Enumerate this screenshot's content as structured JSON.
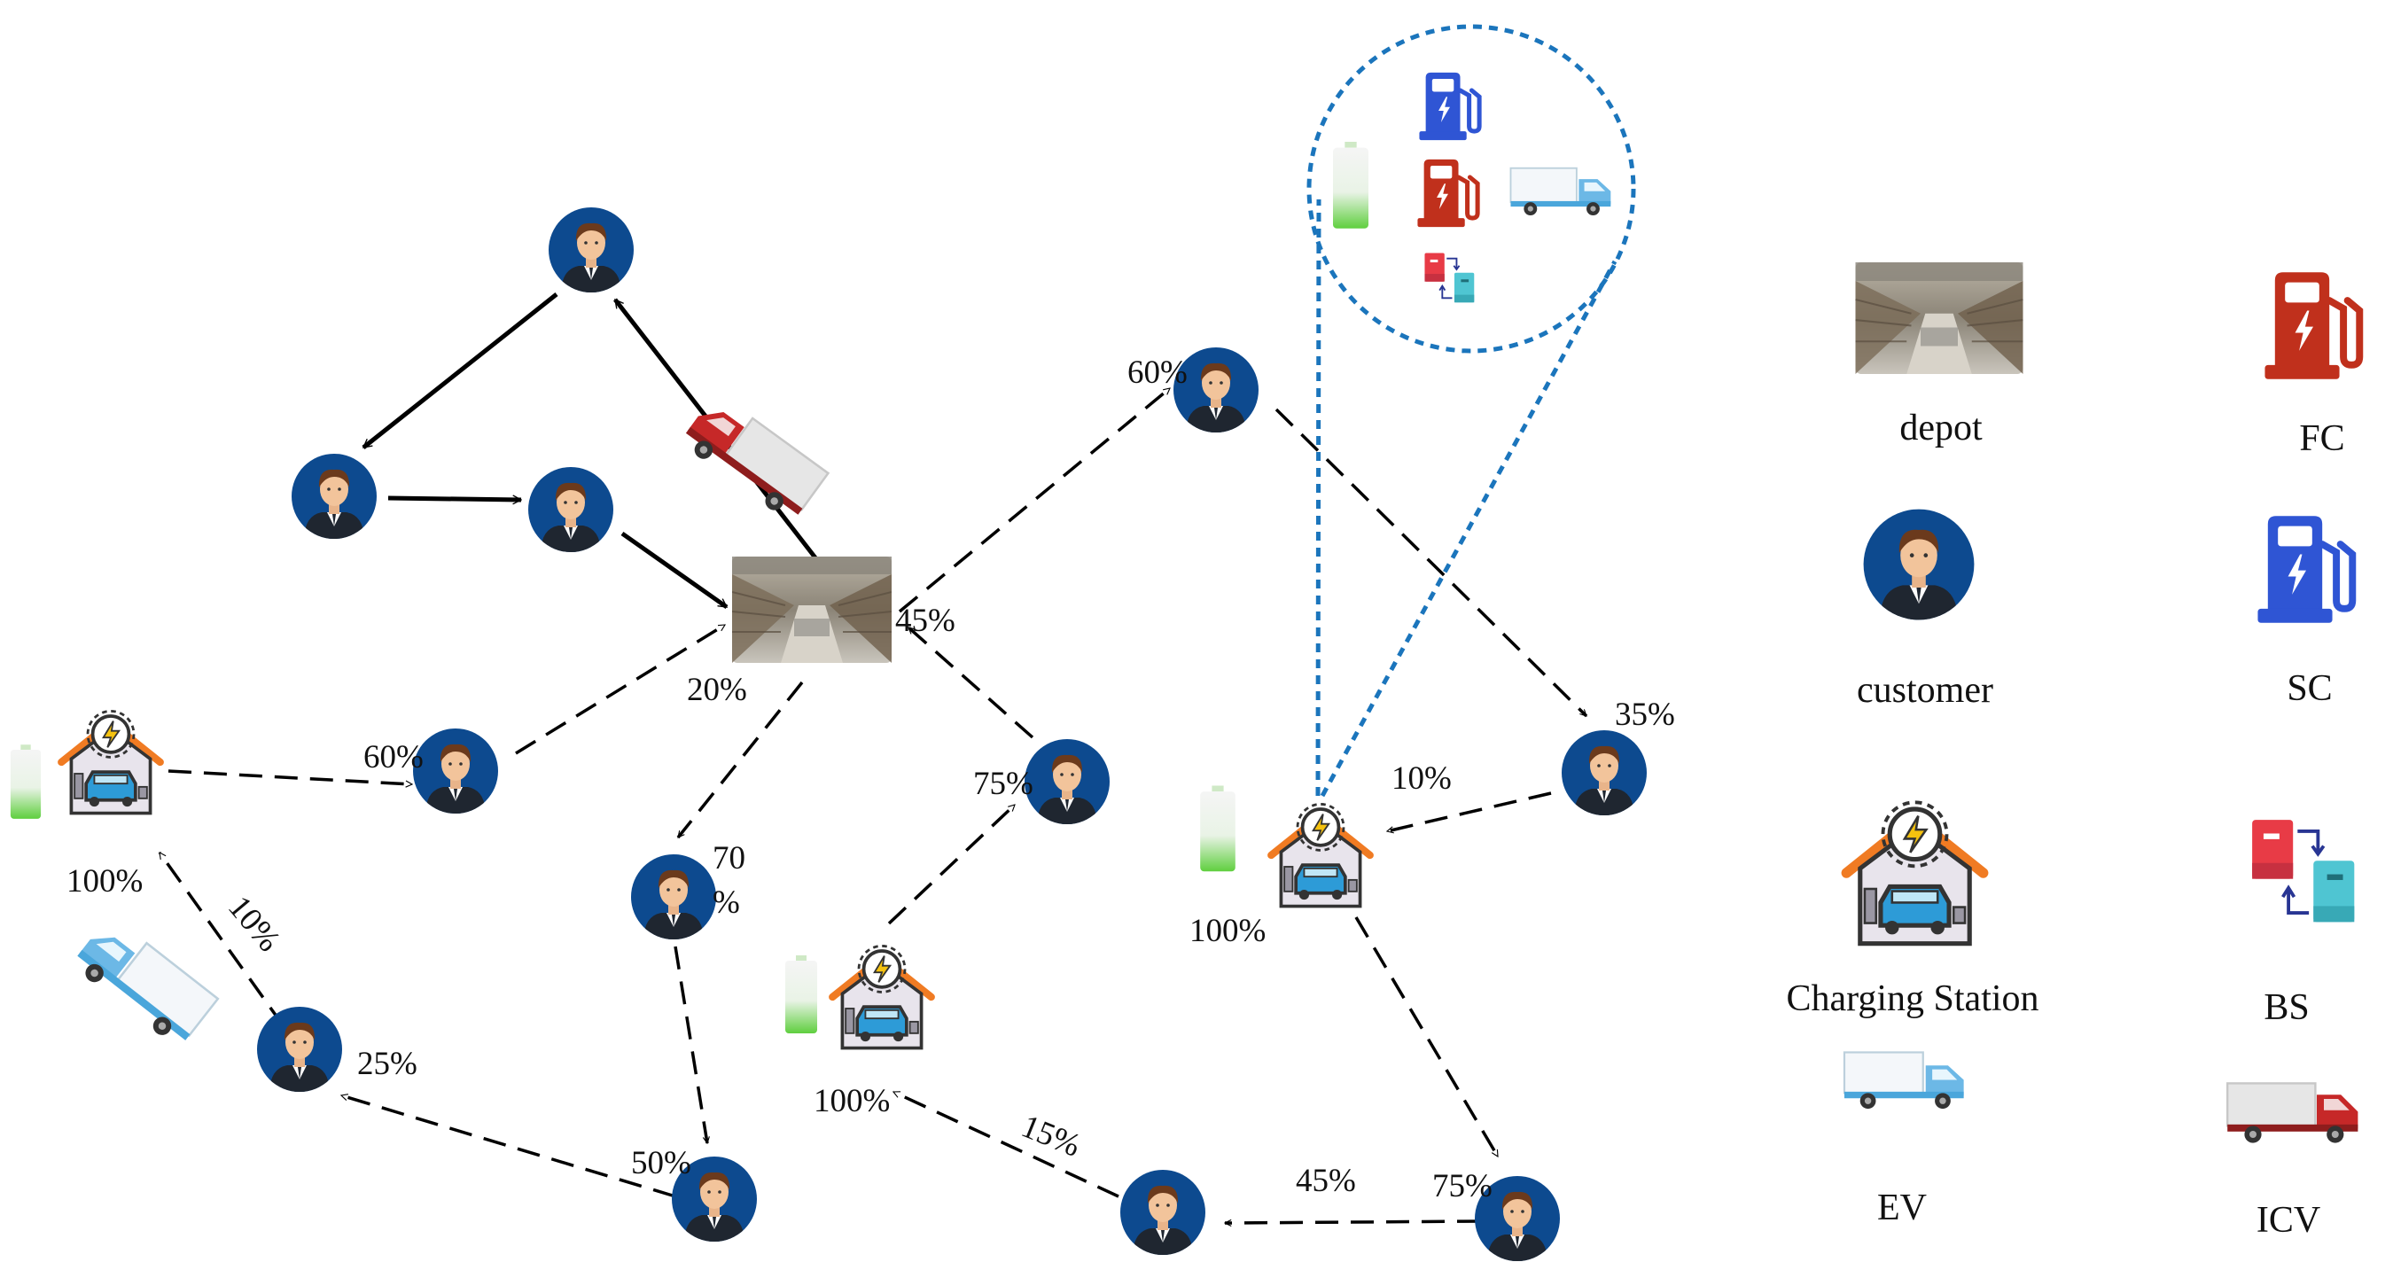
{
  "legend": {
    "depot": "depot",
    "fc": "FC",
    "customer": "customer",
    "sc": "SC",
    "charging_station": "Charging Station",
    "bs": "BS",
    "ev": "EV",
    "icv": "ICV"
  },
  "labels": {
    "depot_pct": "20%",
    "c_top_right_pct": "60%",
    "c_mid_left_pct": "60%",
    "c_mid_pct_a": "70",
    "c_mid_pct_b": "%",
    "c_75_pct": "75%",
    "c_35_pct": "35%",
    "cs_right_in_pct": "10%",
    "cs_right_pct": "100%",
    "cs_left_pct": "100%",
    "cs_mid_pct": "100%",
    "c_25_pct": "25%",
    "c_50_pct": "50%",
    "c_45_bottom_pct": "45%",
    "c_75_bottom_pct": "75%",
    "edge_15_pct": "15%",
    "edge_10_left_pct": "10%",
    "edge_45_top_pct": "45%"
  },
  "colors": {
    "customer_circle": "#0d4a8f",
    "skin": "#f2c49b",
    "hair": "#6b3a1c",
    "suit": "#1f2630",
    "fc_red": "#c0301c",
    "sc_blue": "#2f55d4",
    "ev_blue": "#6cb8e6",
    "icv_red": "#c62828",
    "station_orange": "#f07b23",
    "zoom_blue": "#1b75bc"
  }
}
